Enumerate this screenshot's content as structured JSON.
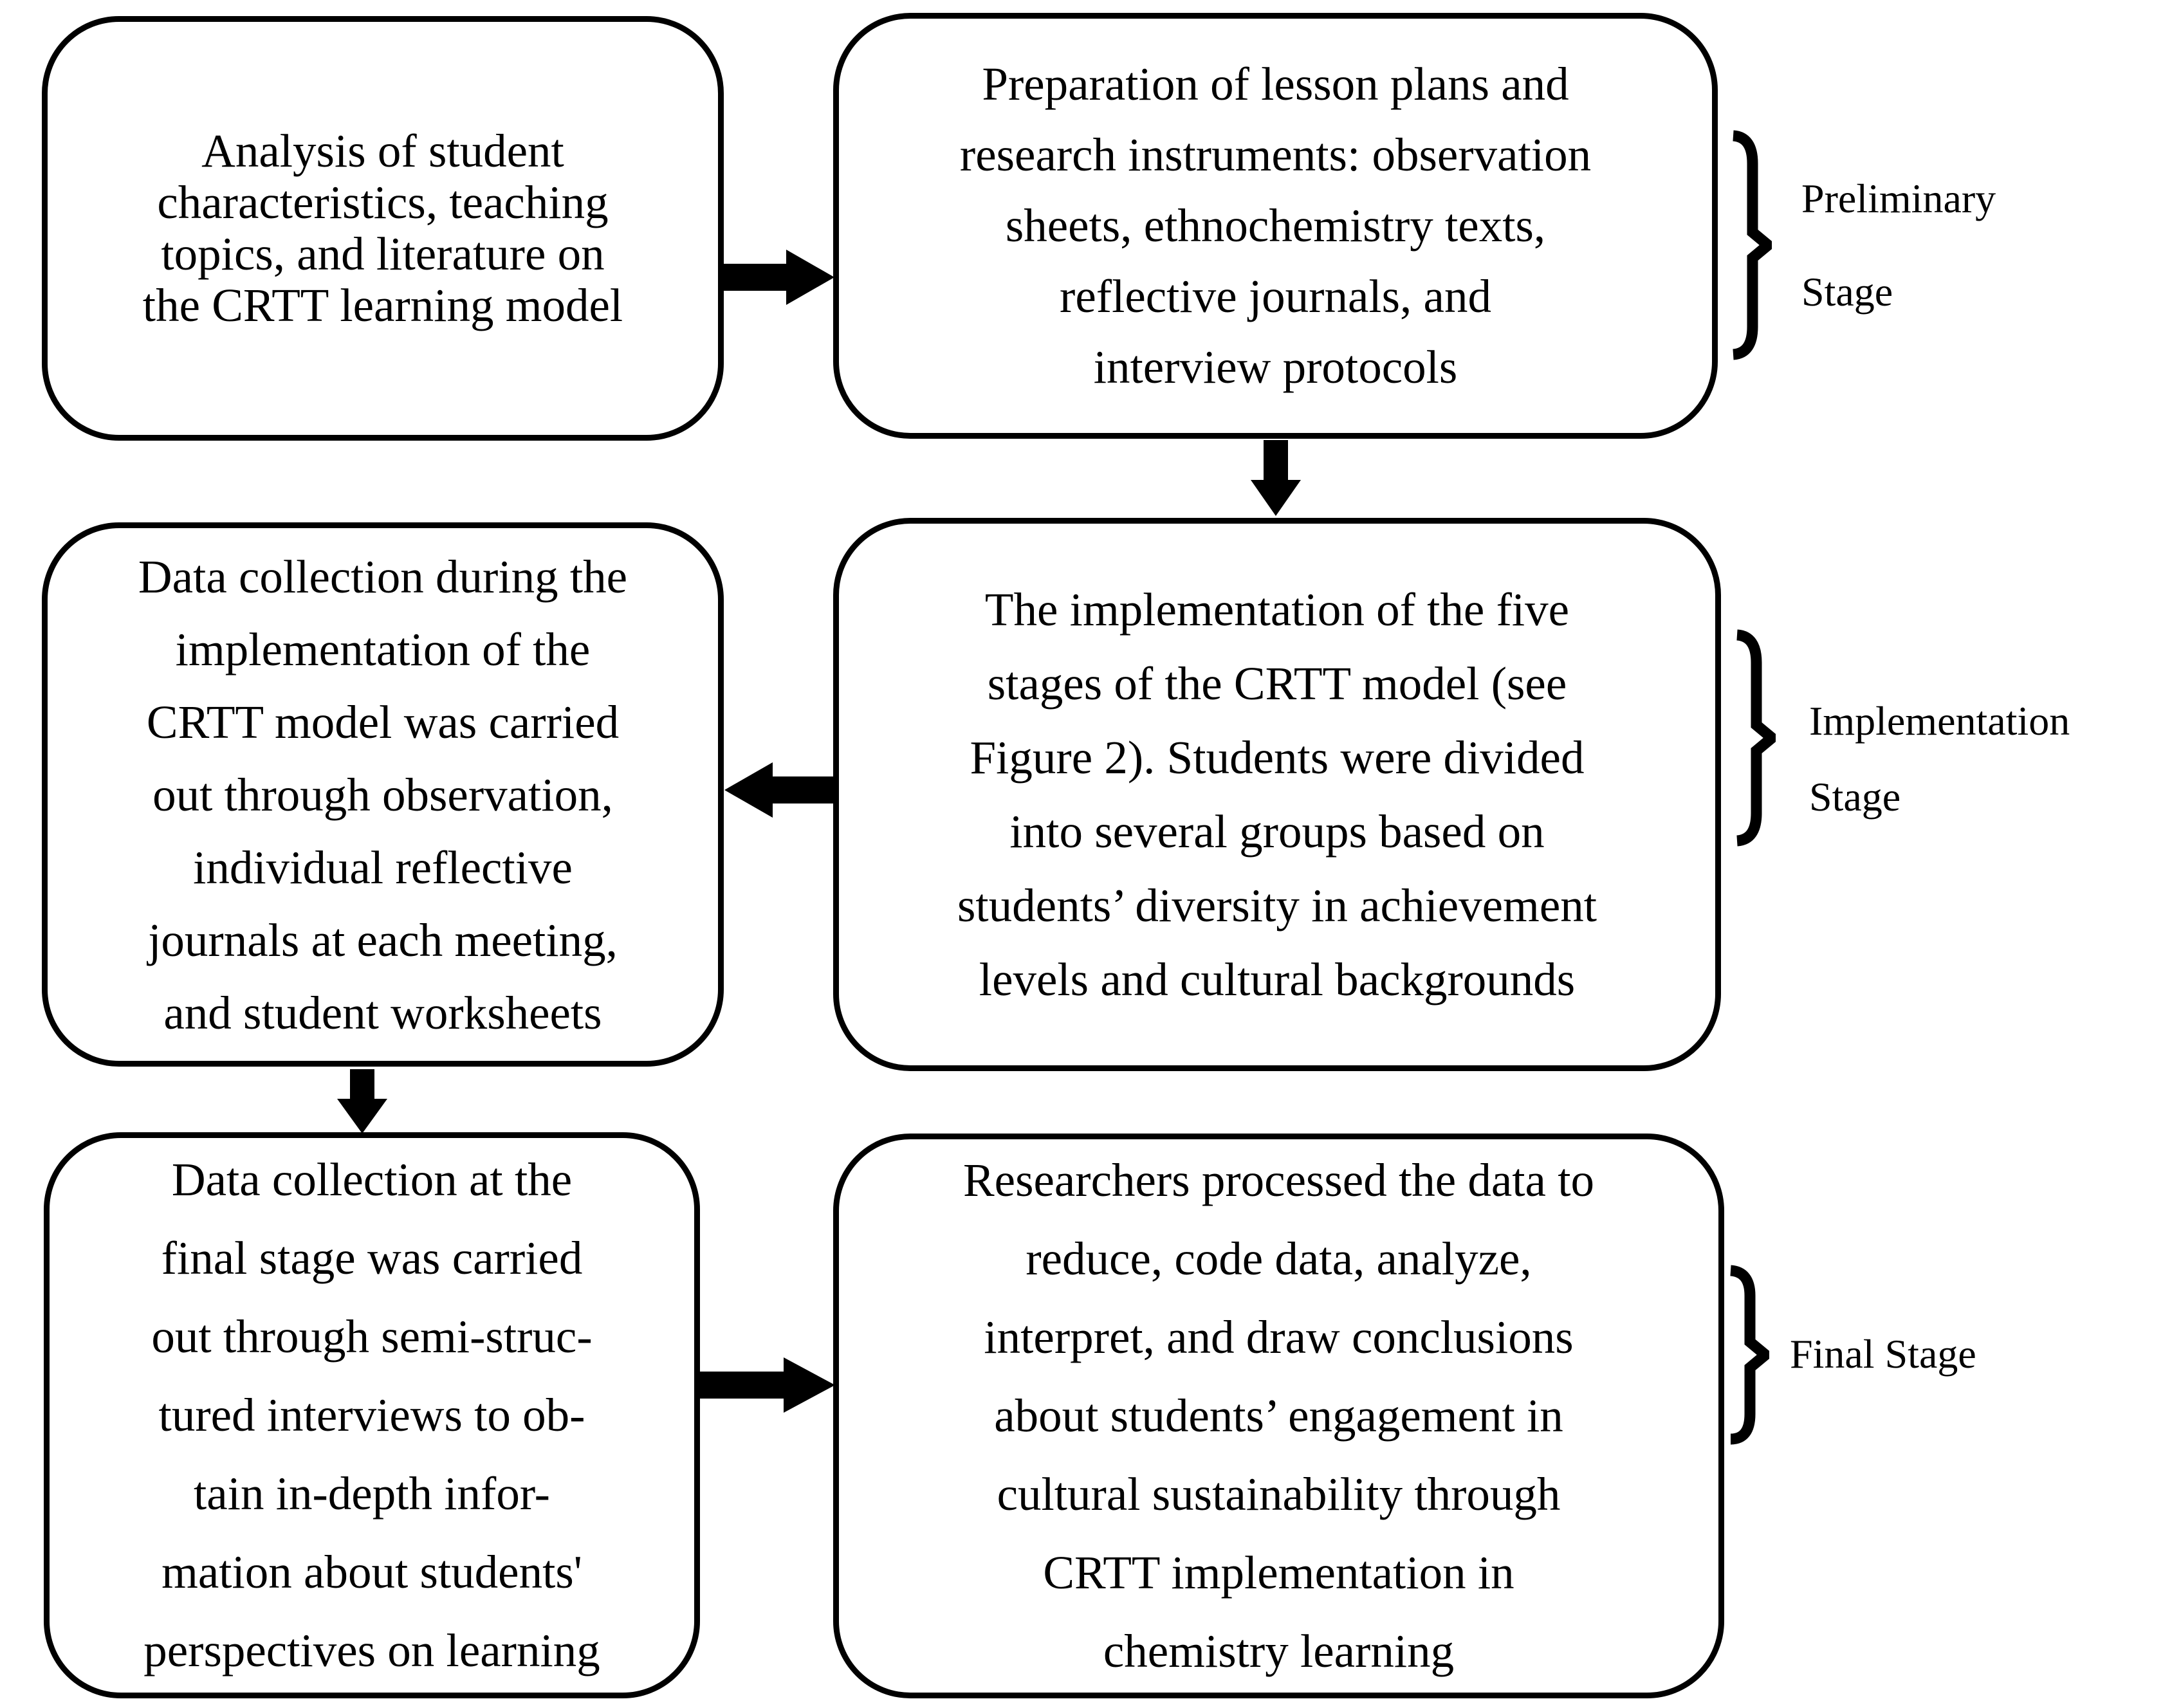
{
  "figure": {
    "background": "#ffffff",
    "line_color": "#000000",
    "boxes": {
      "analysis": {
        "lines": [
          "Analysis of student",
          "characteristics, teaching",
          "topics, and literature on",
          "the CRTT learning model"
        ]
      },
      "preparation": {
        "lines": [
          "Preparation of lesson plans and",
          "research instruments: observation",
          "sheets, ethnochemistry texts,",
          "reflective journals, and",
          "interview protocols"
        ]
      },
      "data_collection_implementation": {
        "lines": [
          "Data collection during the",
          "implementation of the",
          "CRTT model was carried",
          "out through observation,",
          "individual reflective",
          "journals at each meeting,",
          "and student worksheets"
        ]
      },
      "implementation_five_stages": {
        "lines": [
          "The implementation of the five",
          "stages of the CRTT model (see",
          "Figure 2). Students were divided",
          "into several groups based on",
          "students’ diversity in achievement",
          "levels and cultural backgrounds"
        ]
      },
      "data_collection_final": {
        "lines": [
          "Data collection at the",
          "final stage was carried",
          "out through semi-struc-",
          "tured interviews to ob-",
          "tain in-depth infor-",
          "mation about students'",
          "perspectives on learning"
        ]
      },
      "processing": {
        "lines": [
          "Researchers processed the data to",
          "reduce, code data, analyze,",
          "interpret, and draw conclusions",
          "about students’ engagement in",
          "cultural sustainability through",
          "CRTT implementation in",
          "chemistry learning"
        ]
      }
    },
    "stage_labels": {
      "preliminary": {
        "lines": [
          "Preliminary",
          "Stage"
        ]
      },
      "implementation": {
        "lines": [
          "Implementation",
          "Stage"
        ]
      },
      "final": {
        "lines": [
          "Final Stage"
        ]
      }
    }
  }
}
